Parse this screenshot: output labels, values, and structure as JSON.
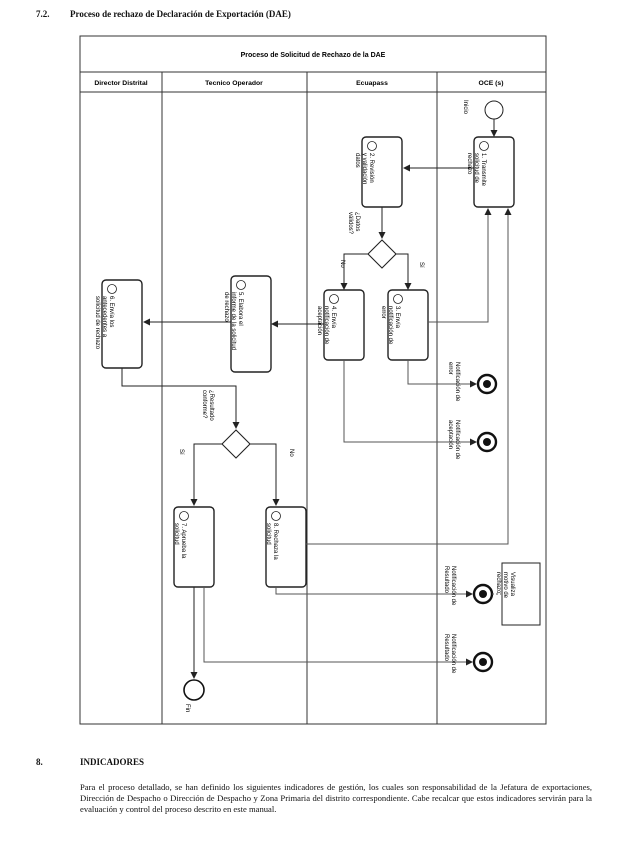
{
  "section_7_2": {
    "number": "7.2.",
    "title": "Proceso de rechazo de Declaración de Exportación (DAE)"
  },
  "diagram": {
    "pool_title": "Proceso de Solicitud de Rechazo de la DAE",
    "lanes": [
      "Director Distrital",
      "Tecnico Operador",
      "Ecuapass",
      "OCE (s)"
    ],
    "start_label": "Inicio",
    "end_label": "Fin",
    "tasks": {
      "t1": [
        "1. Transmite",
        "solicitud de",
        "rechazo"
      ],
      "t2": [
        "2. Revisión",
        "y validación",
        "datos"
      ],
      "t3": [
        "3. Envía",
        "notificación de",
        "error"
      ],
      "t4": [
        "4. Envía",
        "notificación de",
        "aceptación"
      ],
      "t5": [
        "5. Elabora el",
        "informe de la solicitud",
        "de rechazo"
      ],
      "t6": [
        "6. Envía los",
        "antecedentes a",
        "solicitud de rechazo"
      ],
      "t7": [
        "7. Aprueba la",
        "solicitud"
      ],
      "t8": [
        "8. Rechaza la",
        "solicitud"
      ],
      "t9": [
        "Visualiza",
        "motivo de",
        "rechazo"
      ]
    },
    "gateways": {
      "g1_question": [
        "¿Datos",
        "válidos?"
      ],
      "g1_yes": "Sí",
      "g1_no": "No",
      "g2_question": [
        "¿Resultado",
        "conforme?"
      ],
      "g2_yes": "Sí",
      "g2_no": "No"
    },
    "end_events": {
      "e1": [
        "Notificación de",
        "error"
      ],
      "e2": [
        "Notificación de",
        "aceptación"
      ],
      "e3": [
        "Notificación de",
        "Resultado"
      ],
      "e4": [
        "Notificación de",
        "Resultado"
      ]
    }
  },
  "section_8": {
    "number": "8.",
    "title": "INDICADORES",
    "paragraph": "Para el proceso detallado, se han definido los siguientes indicadores de gestión, los cuales son responsabilidad de la Jefatura de exportaciones, Dirección de Despacho o Dirección de Despacho y Zona Primaria del distrito correspondiente. Cabe recalcar que estos indicadores servirán para la evaluación y control del proceso descrito en este manual."
  }
}
